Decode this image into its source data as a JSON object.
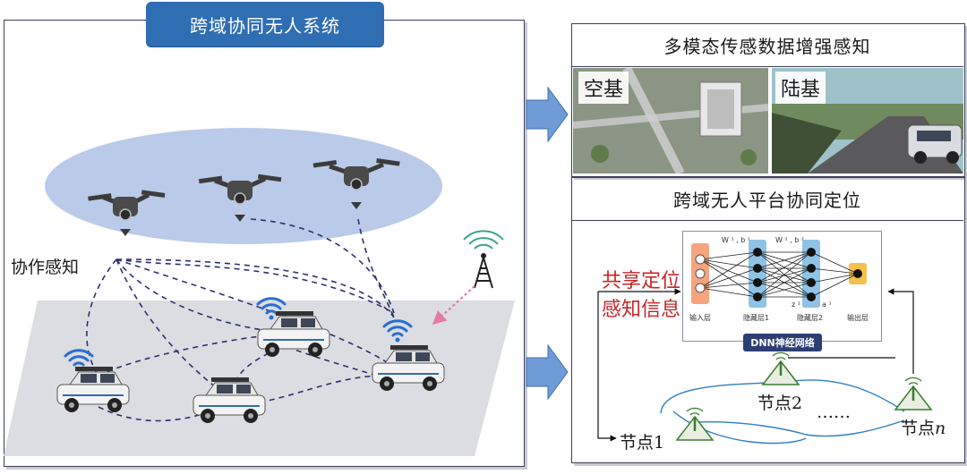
{
  "left_panel": {
    "title": "跨域协同无人系统",
    "collab_label": "协作感知"
  },
  "sensing_panel": {
    "title": "多模态传感数据增强感知",
    "air_label": "空基",
    "ground_label": "陆基"
  },
  "positioning_panel": {
    "title": "跨域无人平台协同定位",
    "shared_info_line1": "共享定位",
    "shared_info_line2": "感知信息",
    "dnn_label": "DNN神经网络",
    "layers": [
      "输入层",
      "隐藏层1",
      "隐藏层2",
      "输出层"
    ],
    "weights": [
      "W ¹ , b ¹",
      "W ² , b ²"
    ],
    "z_label": "z ¹",
    "a_label": "a ¹",
    "nodes": [
      "节点1",
      "节点2",
      "……",
      "节点"
    ],
    "node_n_suffix": "n"
  },
  "colors": {
    "title_blue": "#2f6eb3",
    "sky_ellipse": "#b9cbe8",
    "ground_plane": "#dcdde2",
    "link_dashed": "#2a3270",
    "wifi_blue": "#2a6fd0",
    "node_green": "#3a7d2e",
    "nn_orange": "#f5a57e",
    "nn_blue": "#8fc3e6",
    "nn_yellow": "#f5c04a",
    "label_red": "#c3272b"
  }
}
